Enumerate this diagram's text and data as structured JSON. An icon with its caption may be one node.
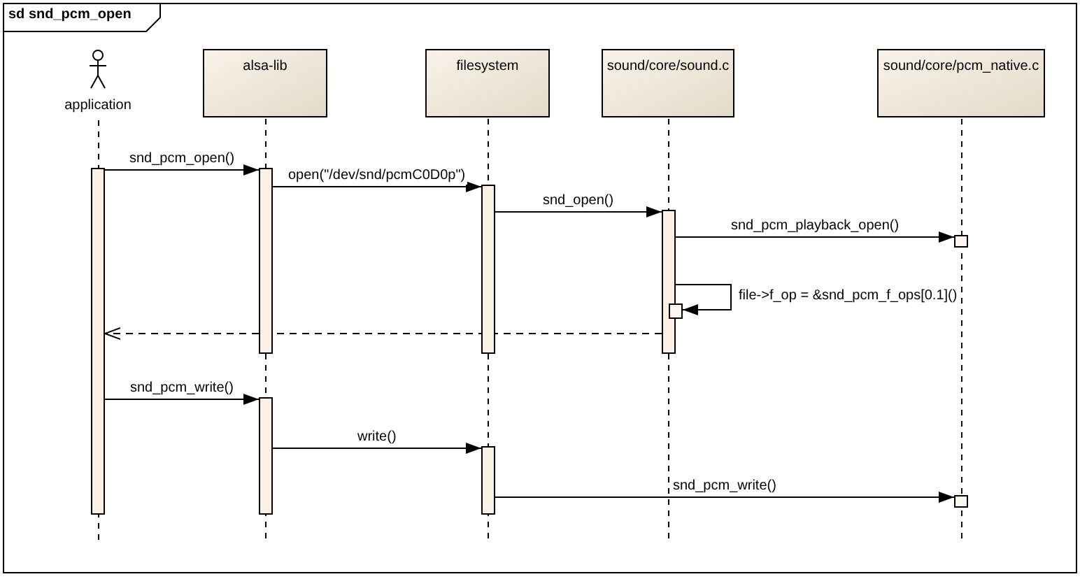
{
  "diagram": {
    "title": "sd snd_pcm_open",
    "nodes": [
      {
        "text": [
          "application"
        ]
      },
      {
        "text": [
          "alsa-lib"
        ]
      },
      {
        "text": [
          "filesystem"
        ]
      },
      {
        "text": [
          "sound/core/sound.c"
        ]
      },
      {
        "text": [
          "sound/core/pcm_native.c"
        ]
      },
      {
        "text": [],
        "shape": "bar"
      },
      {
        "text": [],
        "shape": "bar"
      },
      {
        "text": [],
        "shape": "bar"
      },
      {
        "text": [],
        "shape": "bar"
      },
      {
        "text": [],
        "shape": "bar"
      },
      {
        "text": [],
        "shape": "bar"
      },
      {
        "text": [],
        "shape": "box"
      },
      {
        "text": [],
        "shape": "box"
      },
      {
        "text": [],
        "shape": "box"
      }
    ],
    "edges": [
      {
        "from": 5,
        "to": 6,
        "arrow": "to",
        "label": "snd_pcm_open()"
      },
      {
        "from": 6,
        "to": 8,
        "arrow": "to",
        "label": "open(\"/dev/snd/pcmC0D0p\")"
      },
      {
        "from": 8,
        "to": 10,
        "arrow": "to",
        "label": "snd_open()"
      },
      {
        "from": 10,
        "to": 12,
        "arrow": "to",
        "label": "snd_pcm_playback_open()"
      },
      {
        "from": 10,
        "to": 11,
        "arrow": "to",
        "label": "file->f_op = &snd_pcm_f_ops[0.1]()"
      },
      {
        "from": 10,
        "to": 5,
        "arrow": "to",
        "style": "dashed"
      },
      {
        "from": 5,
        "to": 7,
        "arrow": "to",
        "label": "snd_pcm_write()"
      },
      {
        "from": 7,
        "to": 9,
        "arrow": "to",
        "label": "write()"
      },
      {
        "from": 9,
        "to": 13,
        "arrow": "to",
        "label": "snd_pcm_write()"
      }
    ]
  }
}
